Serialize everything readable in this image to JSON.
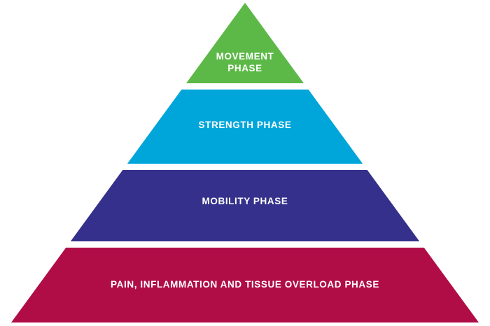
{
  "diagram": {
    "type": "pyramid",
    "background_color": "#ffffff",
    "label_color": "#ffffff",
    "tiers": [
      {
        "id": "movement",
        "label": "MOVEMENT PHASE",
        "label_line1": "MOVEMENT",
        "label_line2": "PHASE",
        "color": "#5cb947",
        "level": 1
      },
      {
        "id": "strength",
        "label": "STRENGTH PHASE",
        "color": "#00a5d9",
        "level": 2
      },
      {
        "id": "mobility",
        "label": "MOBILITY PHASE",
        "color": "#34308b",
        "level": 3
      },
      {
        "id": "pain-inflammation-tissue-overload",
        "label": "PAIN, INFLAMMATION AND TISSUE OVERLOAD PHASE",
        "color": "#b00d47",
        "level": 4
      }
    ]
  }
}
